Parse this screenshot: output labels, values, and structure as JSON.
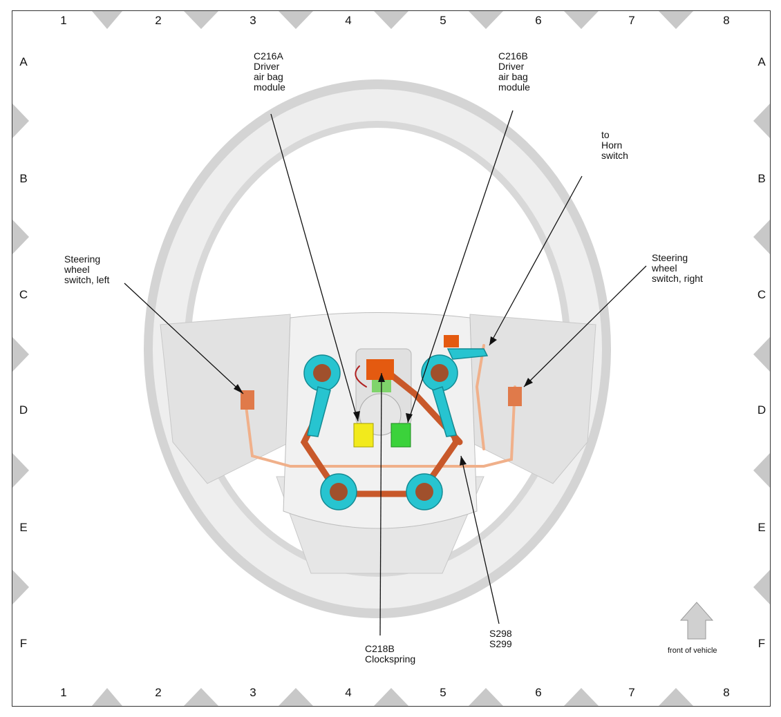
{
  "grid": {
    "columns": [
      "1",
      "2",
      "3",
      "4",
      "5",
      "6",
      "7",
      "8"
    ],
    "rows": [
      "A",
      "B",
      "C",
      "D",
      "E",
      "F"
    ]
  },
  "labels": {
    "c216a": "C216A\nDriver\nair bag\nmodule",
    "c216b": "C216B\nDriver\nair bag\nmodule",
    "horn": "to\nHorn\nswitch",
    "sw_left": "Steering\nwheel\nswitch, left",
    "sw_right": "Steering\nwheel\nswitch, right",
    "c218b": "C218B\nClockspring",
    "splices": "S298\nS299",
    "front": "front of vehicle"
  },
  "colors": {
    "connector_yellow": "#f2ea1c",
    "connector_green": "#3bd23b",
    "harness_orange": "#c8582a",
    "bracket_cyan": "#27c4d0",
    "wheel_grey": "#e4e4e4"
  }
}
